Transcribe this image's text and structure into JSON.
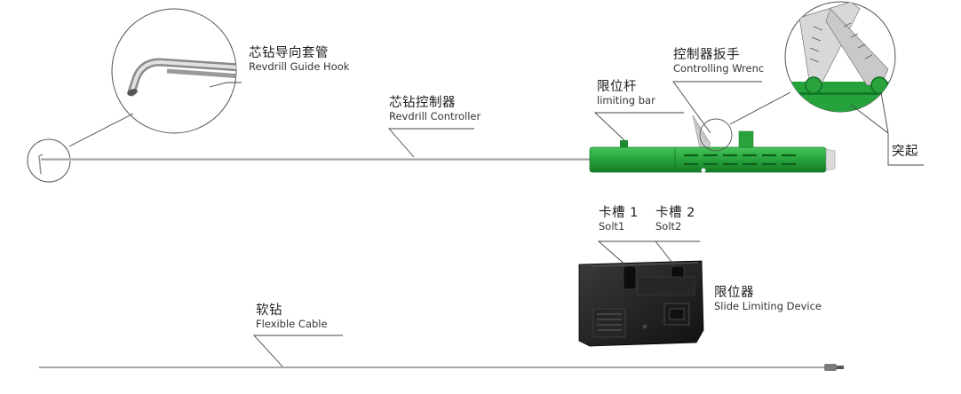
{
  "labels": {
    "guide_hook": {
      "cn": "芯钻导向套管",
      "en": "Revdrill Guide Hook"
    },
    "controller": {
      "cn": "芯钻控制器",
      "en": "Revdrill Controller"
    },
    "limiting_bar": {
      "cn": "限位杆",
      "en": "limiting bar"
    },
    "wrench": {
      "cn": "控制器扳手",
      "en": "Controlling Wrenc"
    },
    "protrusion": {
      "cn": "突起"
    },
    "slot1": {
      "cn": "卡槽 1",
      "en": "Solt1"
    },
    "slot2": {
      "cn": "卡槽 2",
      "en": "Solt2"
    },
    "limiter": {
      "cn": "限位器",
      "en": "Slide Limiting Device"
    },
    "cable": {
      "cn": "软钻",
      "en": "Flexible Cable"
    }
  },
  "colors": {
    "handle_green": "#27a23b",
    "handle_dark": "#136d22",
    "device_black": "#1b1b1b",
    "metal": "#b8b8b8",
    "leader": "#444444"
  }
}
